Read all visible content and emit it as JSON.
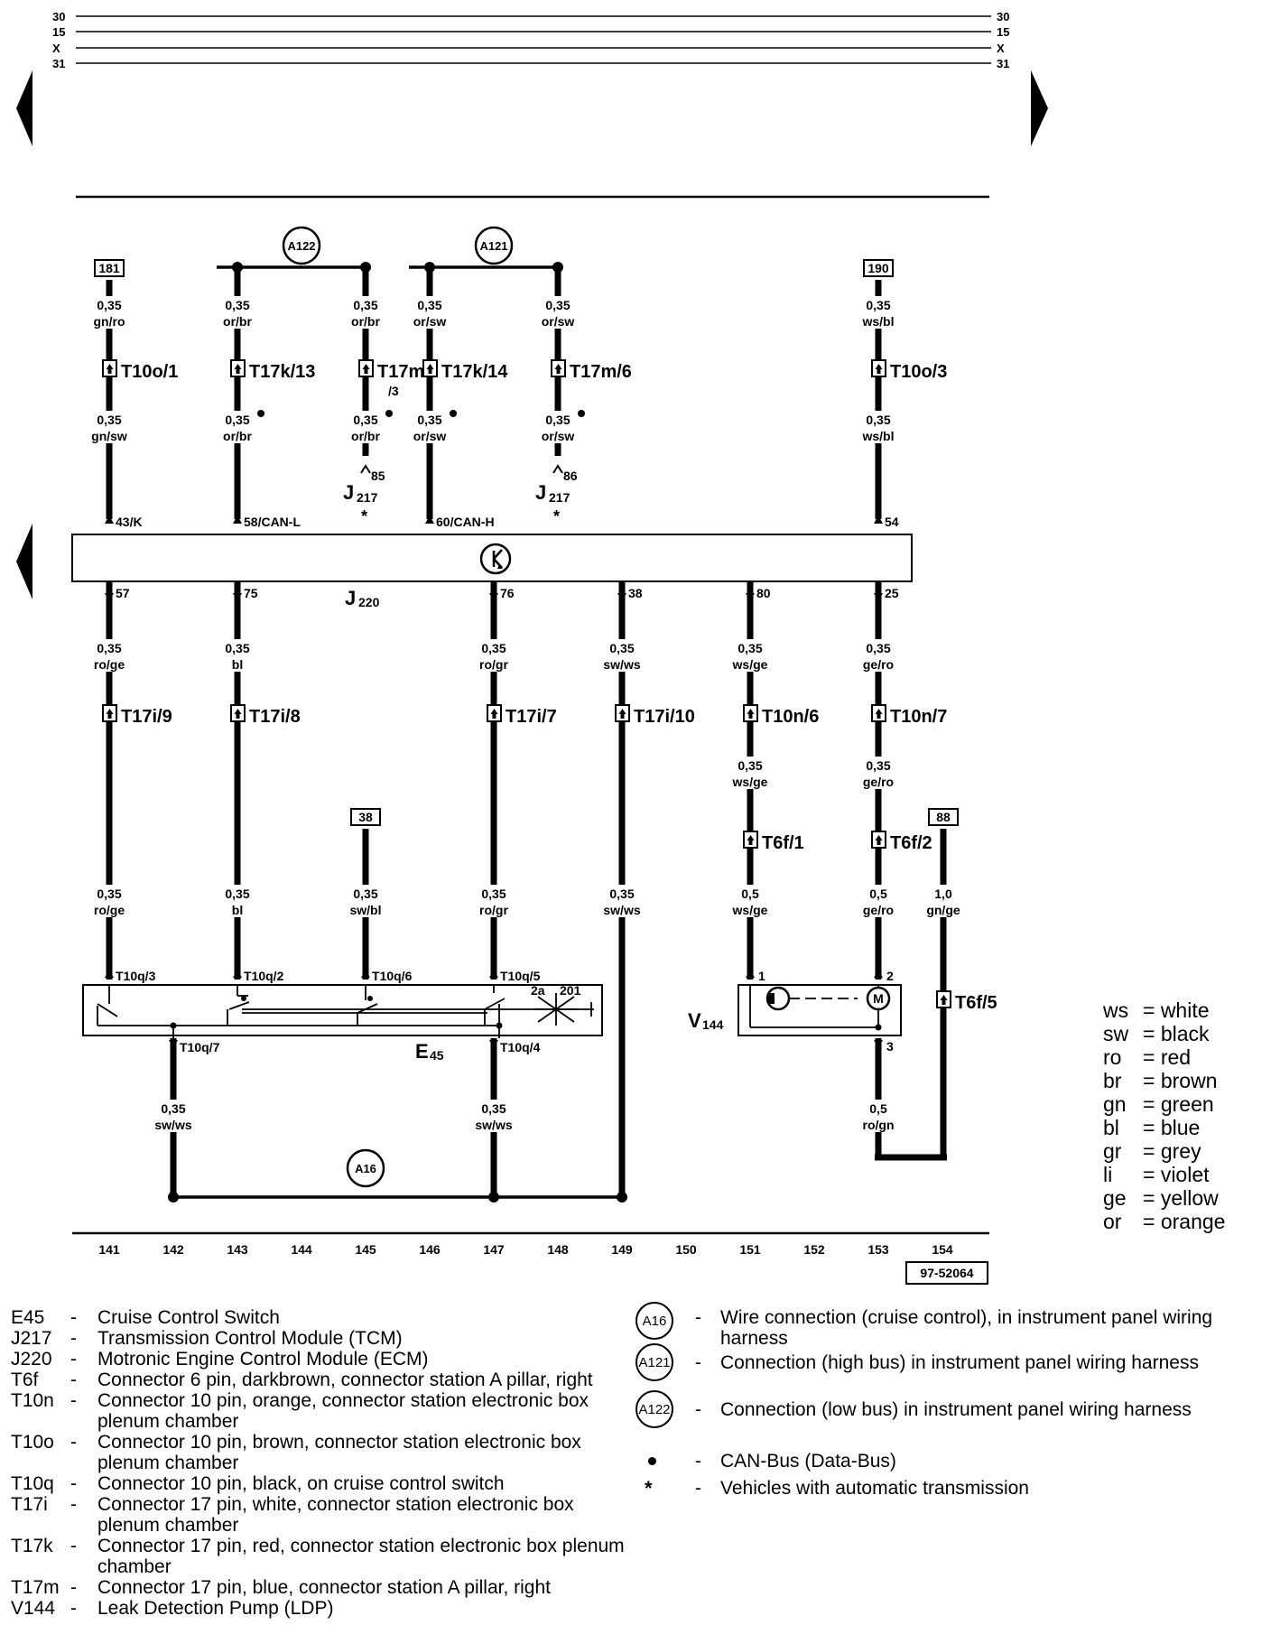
{
  "rails": {
    "labels": [
      "30",
      "15",
      "X",
      "31"
    ]
  },
  "refs": {
    "r181": "181",
    "r190": "190",
    "r38": "38",
    "r88": "88"
  },
  "circles": {
    "a122": "A122",
    "a121": "A121",
    "a16": "A16"
  },
  "wires": {
    "w181a_g": "0,35",
    "w181a_c": "gn/ro",
    "w181b_g": "0,35",
    "w181b_c": "gn/sw",
    "w143a_g": "0,35",
    "w143a_c": "or/br",
    "w143b_g": "0,35",
    "w143b_c": "or/br",
    "w145a_g": "0,35",
    "w145a_c": "or/br",
    "w145b_g": "0,35",
    "w145b_c": "or/br",
    "w146a_g": "0,35",
    "w146a_c": "or/sw",
    "w146b_g": "0,35",
    "w146b_c": "or/sw",
    "w148a_g": "0,35",
    "w148a_c": "or/sw",
    "w148b_g": "0,35",
    "w148b_c": "or/sw",
    "w153a_g": "0,35",
    "w153a_c": "ws/bl",
    "w153b_g": "0,35",
    "w153b_c": "ws/bl",
    "w141c_g": "0,35",
    "w141c_c": "ro/ge",
    "w141d_g": "0,35",
    "w141d_c": "ro/ge",
    "w143c_g": "0,35",
    "w143c_c": "bl",
    "w143d_g": "0,35",
    "w143d_c": "bl",
    "w145d_g": "0,35",
    "w145d_c": "sw/bl",
    "w147c_g": "0,35",
    "w147c_c": "ro/gr",
    "w147d_g": "0,35",
    "w147d_c": "ro/gr",
    "w149c_g": "0,35",
    "w149c_c": "sw/ws",
    "w149d_g": "0,35",
    "w149d_c": "sw/ws",
    "w151c_g": "0,35",
    "w151c_c": "ws/ge",
    "w151e_g": "0,35",
    "w151e_c": "ws/ge",
    "w151d_g": "0,5",
    "w151d_c": "ws/ge",
    "w153c_g": "0,35",
    "w153c_c": "ge/ro",
    "w153e_g": "0,35",
    "w153e_c": "ge/ro",
    "w153d_g": "0,5",
    "w153d_c": "ge/ro",
    "w154d_g": "1,0",
    "w154d_c": "gn/ge",
    "w142f_g": "0,35",
    "w142f_c": "sw/ws",
    "w147f_g": "0,35",
    "w147f_c": "sw/ws",
    "w153f_g": "0,5",
    "w153f_c": "ro/gn"
  },
  "connectors": {
    "c1": "T10o/1",
    "c2": "T17k/13",
    "c3": "T17m",
    "c3s": "/3",
    "c4": "T17k/14",
    "c5": "T17m/6",
    "c6": "T10o/3",
    "c7": "T17i/9",
    "c8": "T17i/8",
    "c9": "T17i/7",
    "c10": "T17i/10",
    "c11": "T10n/6",
    "c12": "T10n/7",
    "c13": "T6f/1",
    "c14": "T6f/2",
    "c15": "T6f/5"
  },
  "pins": {
    "p43": "43/K",
    "p58": "58/CAN-L",
    "p60": "60/CAN-H",
    "p54": "54",
    "p57": "57",
    "p75": "75",
    "p76": "76",
    "p38": "38",
    "p80": "80",
    "p25": "25",
    "p85": "85",
    "p86": "86",
    "q3": "T10q/3",
    "q2": "T10q/2",
    "q6": "T10q/6",
    "q5": "T10q/5",
    "q7": "T10q/7",
    "q4": "T10q/4",
    "s2a": "2a",
    "s201": "201",
    "v1": "1",
    "v2": "2",
    "v3": "3"
  },
  "components": {
    "j217_main": "J",
    "j217_sub": "217",
    "j217_star": "*",
    "j220_main": "J",
    "j220_sub": "220",
    "e45_main": "E",
    "e45_sub": "45",
    "v144_main": "V",
    "v144_sub": "144",
    "motor_label": "M"
  },
  "tracks": [
    "141",
    "142",
    "143",
    "144",
    "145",
    "146",
    "147",
    "148",
    "149",
    "150",
    "151",
    "152",
    "153",
    "154"
  ],
  "figure_id": "97-52064",
  "color_legend": [
    {
      "code": "ws",
      "name": "= white"
    },
    {
      "code": "sw",
      "name": "= black"
    },
    {
      "code": "ro",
      "name": "= red"
    },
    {
      "code": "br",
      "name": "= brown"
    },
    {
      "code": "gn",
      "name": "= green"
    },
    {
      "code": "bl",
      "name": "= blue"
    },
    {
      "code": "gr",
      "name": "= grey"
    },
    {
      "code": "li",
      "name": "= violet"
    },
    {
      "code": "ge",
      "name": "= yellow"
    },
    {
      "code": "or",
      "name": "= orange"
    }
  ],
  "component_legend": [
    {
      "code": "E45",
      "desc": "Cruise Control Switch"
    },
    {
      "code": "J217",
      "desc": "Transmission Control Module (TCM)"
    },
    {
      "code": "J220",
      "desc": "Motronic Engine Control Module (ECM)"
    },
    {
      "code": "T6f",
      "desc": "Connector 6 pin, darkbrown, connector station A pillar, right"
    },
    {
      "code": "T10n",
      "desc": "Connector 10 pin, orange, connector station electronic box plenum chamber"
    },
    {
      "code": "T10o",
      "desc": "Connector 10 pin, brown, connector station electronic box plenum chamber"
    },
    {
      "code": "T10q",
      "desc": "Connector 10 pin, black, on cruise control switch"
    },
    {
      "code": "T17i",
      "desc": "Connector 17 pin, white, connector station electronic box plenum chamber"
    },
    {
      "code": "T17k",
      "desc": "Connector 17 pin, red, connector station electronic box plenum chamber"
    },
    {
      "code": "T17m",
      "desc": "Connector 17 pin, blue, connector station A pillar, right"
    },
    {
      "code": "V144",
      "desc": "Leak Detection Pump (LDP)"
    }
  ],
  "dash": "-",
  "symbol_legend": [
    {
      "symbol": "A16",
      "desc": "Wire connection (cruise control), in instrument panel wiring harness"
    },
    {
      "symbol": "A121",
      "desc": "Connection (high bus) in instrument panel wiring harness"
    },
    {
      "symbol": "A122",
      "desc": "Connection (low bus) in instrument panel wiring harness"
    },
    {
      "symbol": "dot",
      "desc": "CAN-Bus (Data-Bus)"
    },
    {
      "symbol": "star",
      "glyph": "*",
      "desc": "Vehicles with automatic transmission"
    }
  ]
}
